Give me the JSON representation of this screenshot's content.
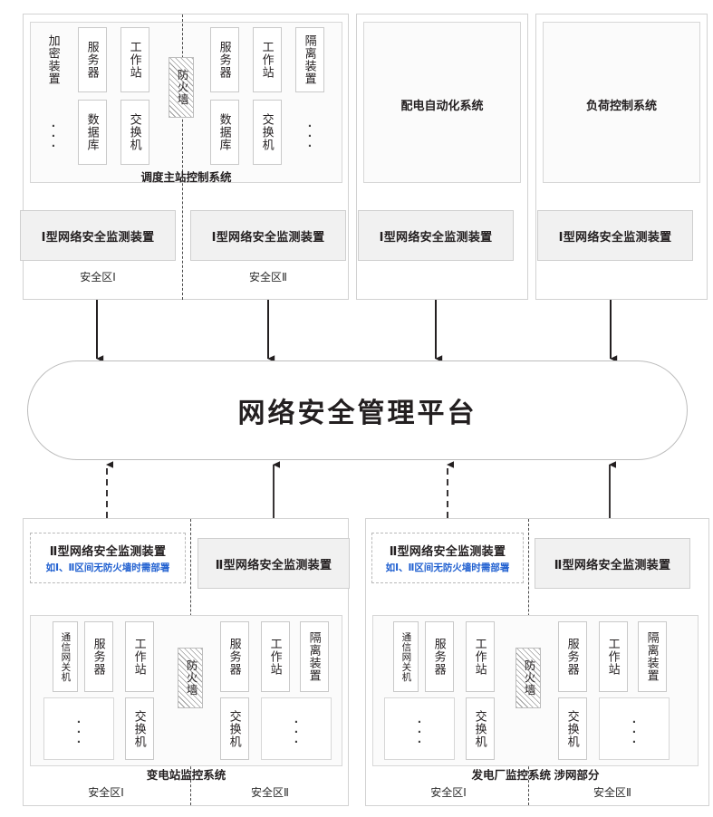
{
  "diagram": {
    "platform": {
      "label": "网络安全管理平台"
    },
    "labels": {
      "type1_device": "Ⅰ型网络安全监测装置",
      "type2_device": "Ⅱ型网络安全监测装置",
      "type2_note": "如Ⅰ、Ⅱ区间无防火墙时需部署",
      "zone1": "安全区Ⅰ",
      "zone2": "安全区Ⅱ",
      "firewall": "防火墙",
      "ellipsis": "..."
    },
    "equipment": {
      "encryption": "加密装置",
      "server": "服务器",
      "workstation": "工作站",
      "database": "数据库",
      "switch": "交换机",
      "isolation": "隔离装置",
      "comm_gateway": "通信网关机"
    },
    "top_panels": [
      {
        "id": "dispatch",
        "system_title": "调度主站控制系统",
        "zones": [
          {
            "label": "安全区Ⅰ",
            "device": "Ⅰ型网络安全监测装置"
          },
          {
            "label": "安全区Ⅱ",
            "device": "Ⅰ型网络安全监测装置"
          }
        ]
      },
      {
        "id": "distribution",
        "system_title": "配电自动化系统",
        "device": "Ⅰ型网络安全监测装置"
      },
      {
        "id": "load-control",
        "system_title": "负荷控制系统",
        "device": "Ⅰ型网络安全监测装置"
      }
    ],
    "bottom_panels": [
      {
        "id": "substation",
        "system_title": "变电站监控系统",
        "zones": [
          {
            "label": "安全区Ⅰ",
            "device": "Ⅱ型网络安全监测装置",
            "note": "如Ⅰ、Ⅱ区间无防火墙时需部署",
            "optional": true
          },
          {
            "label": "安全区Ⅱ",
            "device": "Ⅱ型网络安全监测装置",
            "optional": false
          }
        ]
      },
      {
        "id": "powerplant",
        "system_title": "发电厂监控系统  涉网部分",
        "zones": [
          {
            "label": "安全区Ⅰ",
            "device": "Ⅱ型网络安全监测装置",
            "note": "如Ⅰ、Ⅱ区间无防火墙时需部署",
            "optional": true
          },
          {
            "label": "安全区Ⅱ",
            "device": "Ⅱ型网络安全监测装置",
            "optional": false
          }
        ]
      }
    ],
    "colors": {
      "note_blue": "#1f5fd0",
      "device_fill": "#f1f1f1",
      "panel_border": "#d2d2d2",
      "arrow": "#231f20"
    }
  }
}
